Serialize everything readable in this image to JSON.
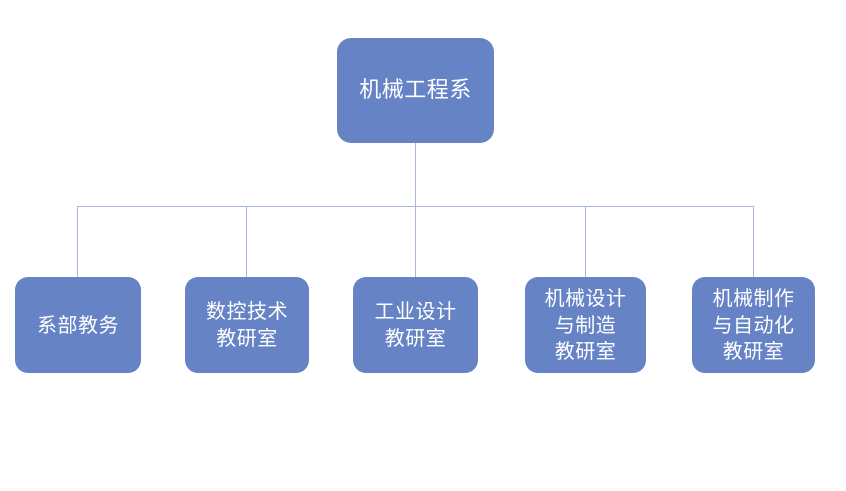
{
  "diagram": {
    "type": "organization-chart",
    "title": "机械工程系",
    "background_color": "#ffffff",
    "node_fill_color": "#6683c6",
    "node_text_color": "#ffffff",
    "connector_color": "#a7b9d8",
    "root": {
      "label": "机械工程系"
    },
    "children": [
      {
        "label": "系部教务"
      },
      {
        "label": "数控技术\n教研室"
      },
      {
        "label": "工业设计\n教研室"
      },
      {
        "label": "机械设计\n与制造\n教研室"
      },
      {
        "label": "机械制作\n与自动化\n教研室"
      }
    ]
  }
}
